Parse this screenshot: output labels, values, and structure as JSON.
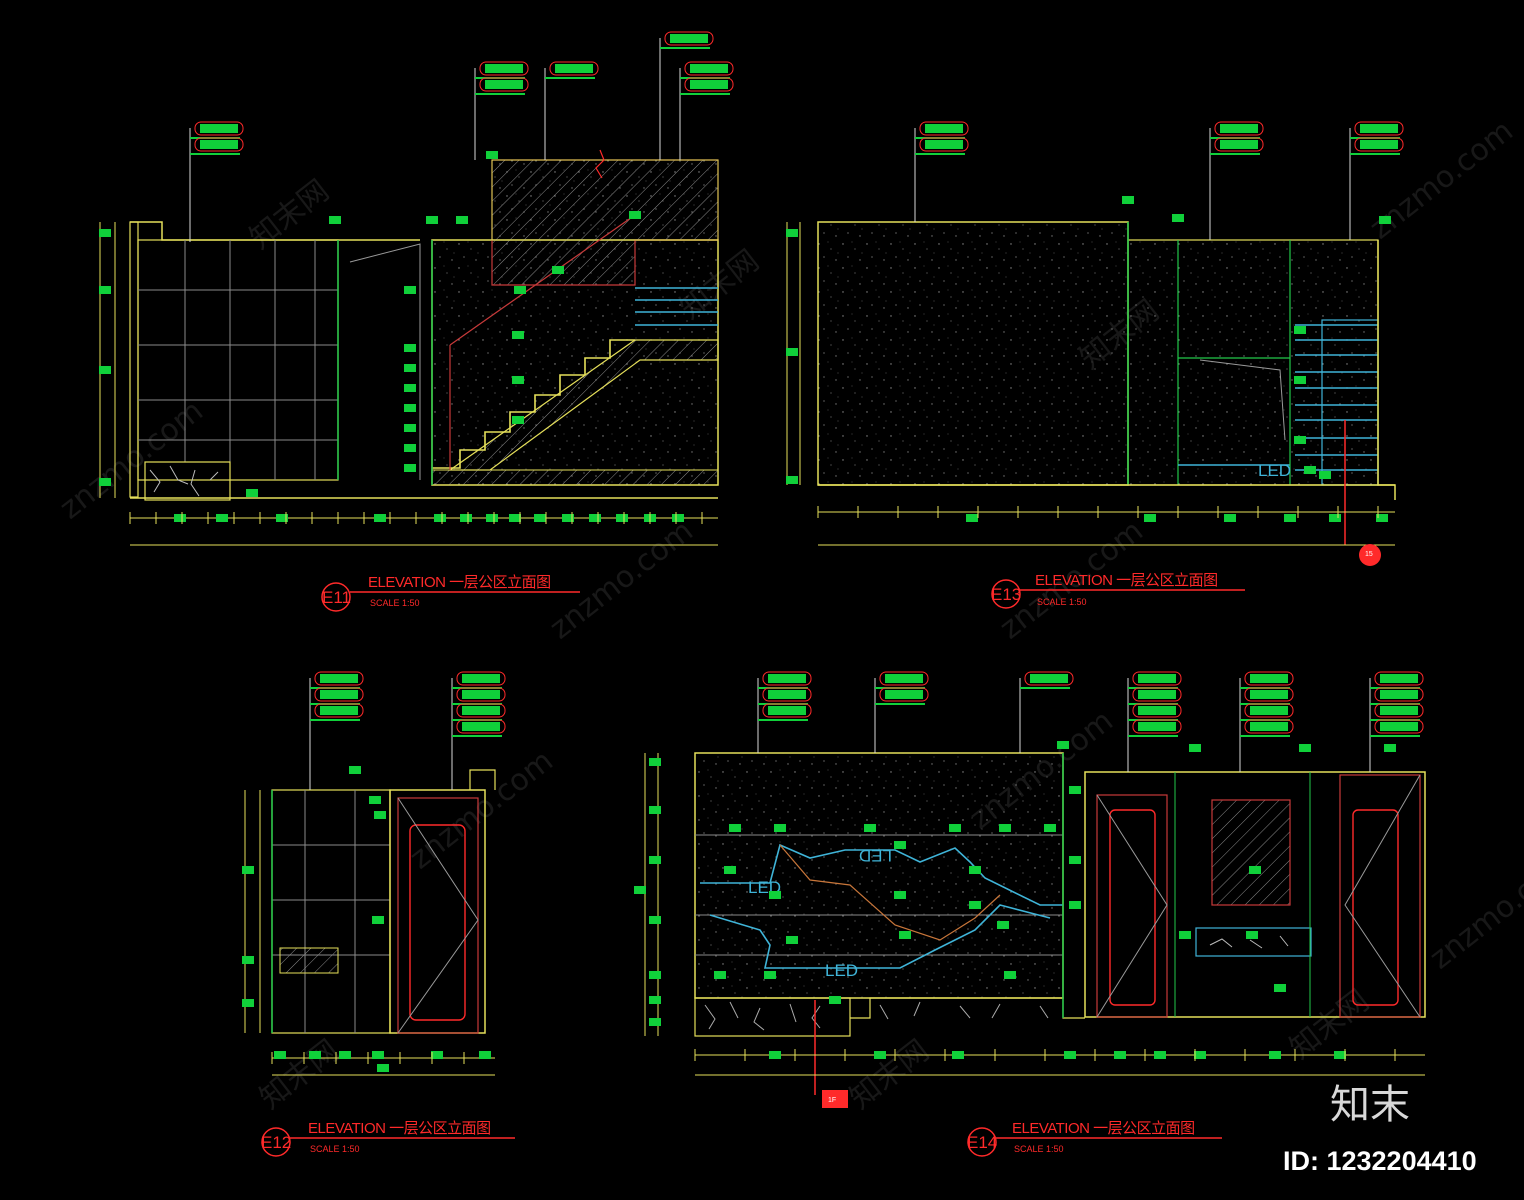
{
  "colors": {
    "background": "#000000",
    "outline": "#e6e05a",
    "dimension": "#e6e05a",
    "tag_fill": "#10d03a",
    "tag_outline": "#ff2a2a",
    "leader": "#d8d8d8",
    "grid": "#9a9a9a",
    "title": "#ff2a2a",
    "led": "#3fb4d8",
    "stair_lines": "#3fb4d8",
    "green_edge": "#22c84a"
  },
  "drawings": [
    {
      "ref": "E11",
      "title": "ELEVATION  一层公区立面图",
      "scale": "SCALE  1:50"
    },
    {
      "ref": "E13",
      "title": "ELEVATION  一层公区立面图",
      "scale": "SCALE  1:50",
      "led_label": "LED",
      "section_marker": "15"
    },
    {
      "ref": "E12",
      "title": "ELEVATION  一层公区立面图",
      "scale": "SCALE  1:50"
    },
    {
      "ref": "E14",
      "title": "ELEVATION  一层公区立面图",
      "scale": "SCALE  1:50",
      "led_labels": [
        "LED",
        "LED",
        "LED"
      ],
      "section_marker": "1F"
    }
  ],
  "branding": {
    "logo": "知末",
    "id_label": "ID: 1232204410"
  },
  "watermark": {
    "text": "znzmo.com",
    "cn_text": "知末网"
  }
}
